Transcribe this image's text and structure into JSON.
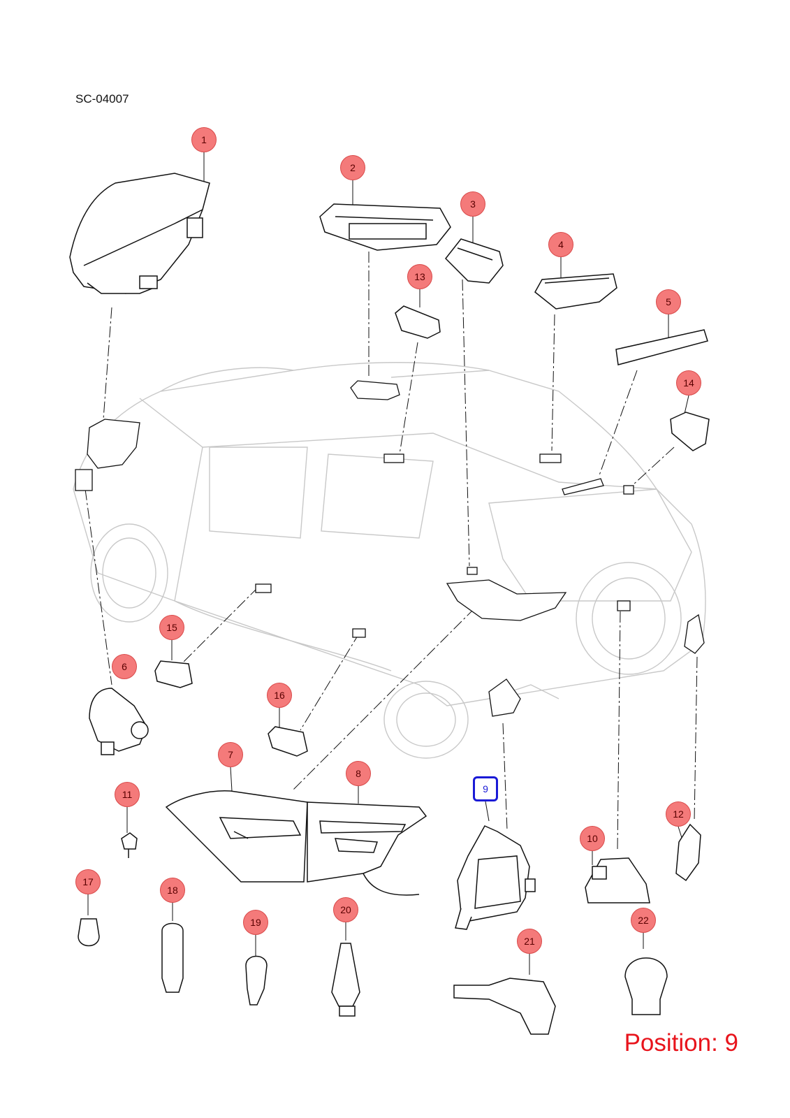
{
  "header": {
    "code": "SC-04007"
  },
  "footer": {
    "position_text": "Position: 9"
  },
  "selected_position": "9",
  "callouts": [
    {
      "n": "1"
    },
    {
      "n": "2"
    },
    {
      "n": "3"
    },
    {
      "n": "4"
    },
    {
      "n": "5"
    },
    {
      "n": "6"
    },
    {
      "n": "7"
    },
    {
      "n": "8"
    },
    {
      "n": "9"
    },
    {
      "n": "10"
    },
    {
      "n": "11"
    },
    {
      "n": "12"
    },
    {
      "n": "13"
    },
    {
      "n": "14"
    },
    {
      "n": "15"
    },
    {
      "n": "16"
    },
    {
      "n": "17"
    },
    {
      "n": "18"
    },
    {
      "n": "19"
    },
    {
      "n": "20"
    },
    {
      "n": "21"
    },
    {
      "n": "22"
    }
  ]
}
